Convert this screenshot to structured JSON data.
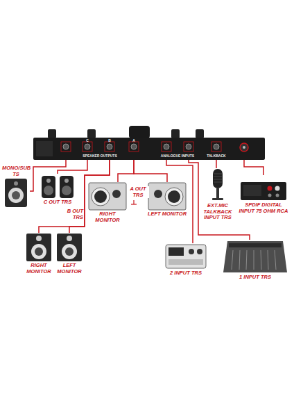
{
  "diagram": {
    "nodes": [
      {
        "text": [
          "SPEAKER OUTPUTS",
          "ANALOGUE INPUTS",
          "TALKBACK",
          "C",
          "B",
          "A"
        ]
      },
      {
        "text": [
          "MONO/SUB TS"
        ]
      },
      {
        "text": [
          "C OUT TRS"
        ]
      },
      {
        "text": [
          "RIGHT MONITOR"
        ]
      },
      {
        "text": [
          "LEFT MONITOR"
        ]
      },
      {
        "text": [
          "RIGHT MONITOR"
        ]
      },
      {
        "text": [
          "LEFT MONITOR"
        ]
      },
      {
        "text": [
          "EXT.MIC TALKBACK INPUT TRS"
        ]
      },
      {
        "text": [
          "SPDIF DIGITAL INPUT 75 OHM RCA"
        ]
      },
      {
        "text": [
          "2 INPUT TRS"
        ]
      },
      {
        "text": [
          "1 INPUT TRS"
        ]
      }
    ],
    "edges": [
      {
        "from": 0,
        "to": 1,
        "arrow": "none"
      },
      {
        "from": 0,
        "to": 2,
        "arrow": "none"
      },
      {
        "from": 0,
        "to": 3,
        "arrow": "none"
      },
      {
        "from": 0,
        "to": 4,
        "arrow": "none"
      },
      {
        "from": 0,
        "to": 5,
        "arrow": "none"
      },
      {
        "from": 0,
        "to": 6,
        "arrow": "none"
      },
      {
        "from": 0,
        "to": 7,
        "arrow": "none"
      },
      {
        "from": 0,
        "to": 8,
        "arrow": "none"
      },
      {
        "from": 0,
        "to": 9,
        "arrow": "none"
      },
      {
        "from": 0,
        "to": 10,
        "arrow": "none"
      }
    ],
    "labels": [
      "A OUT TRS",
      "B OUT TRS"
    ]
  }
}
